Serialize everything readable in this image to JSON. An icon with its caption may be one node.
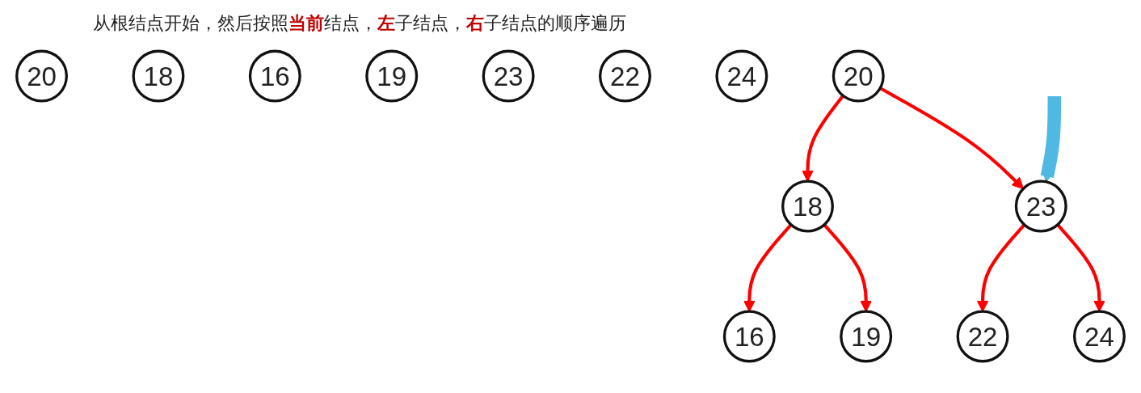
{
  "diagram": {
    "title": "从根结点开始，然后按照**当前**结点，**左**子结点，**右**子结点的顺序遍历",
    "nodes": [
      {
        "text": [
          "20"
        ]
      },
      {
        "text": [
          "18"
        ]
      },
      {
        "text": [
          "16"
        ]
      },
      {
        "text": [
          "19"
        ]
      },
      {
        "text": [
          "23"
        ]
      },
      {
        "text": [
          "22"
        ]
      },
      {
        "text": [
          "24"
        ]
      },
      {
        "text": [
          "20"
        ]
      },
      {
        "text": [
          "18"
        ]
      },
      {
        "text": [
          "23"
        ]
      },
      {
        "text": [
          "16"
        ]
      },
      {
        "text": [
          "19"
        ]
      },
      {
        "text": [
          "22"
        ]
      },
      {
        "text": [
          "24"
        ]
      }
    ],
    "edges": [
      {
        "from": 7,
        "to": 8,
        "arrow": "to"
      },
      {
        "from": 7,
        "to": 9,
        "arrow": "to"
      },
      {
        "from": 8,
        "to": 10,
        "arrow": "to"
      },
      {
        "from": 8,
        "to": 11,
        "arrow": "to"
      },
      {
        "from": 9,
        "to": 12,
        "arrow": "to"
      },
      {
        "from": 9,
        "to": 13,
        "arrow": "to"
      },
      {
        "from": null,
        "to": 9,
        "arrow": "to",
        "style": "thick",
        "color": "#4fb8e3"
      }
    ]
  }
}
